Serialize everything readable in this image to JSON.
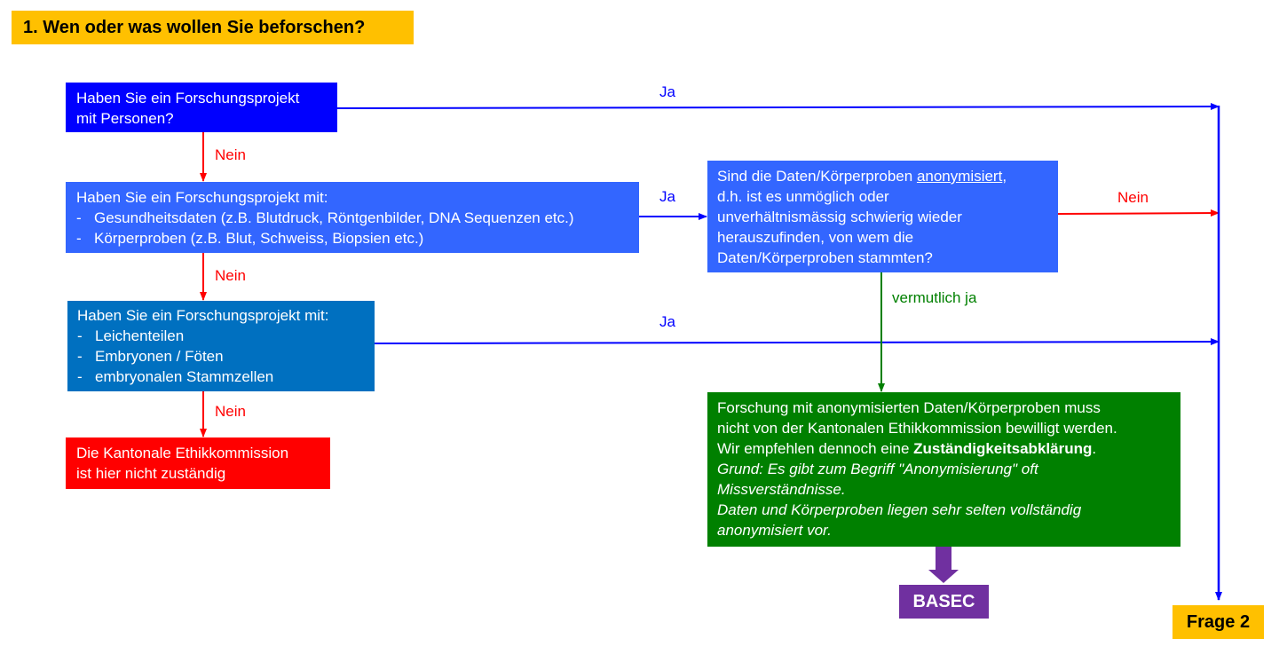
{
  "title": "1. Wen oder was wollen Sie beforschen?",
  "colors": {
    "title_bg": "#ffc000",
    "q1_bg": "#0000ff",
    "q2_bg": "#3366ff",
    "q3_bg": "#0070c0",
    "result_red_bg": "#ff0000",
    "result_green_bg": "#008000",
    "basec_bg": "#7030a0",
    "ja_arrow": "#0000ff",
    "nein_arrow": "#ff0000",
    "vermutlich_arrow": "#008000"
  },
  "nodes": {
    "q1": {
      "lines": [
        "Haben Sie ein Forschungsprojekt",
        "mit Personen?"
      ]
    },
    "q2": {
      "intro": "Haben Sie ein Forschungsprojekt mit:",
      "bullets": [
        "Gesundheitsdaten (z.B. Blutdruck, Röntgenbilder, DNA Sequenzen etc.)",
        "Körperproben (z.B. Blut, Schweiss, Biopsien etc.)"
      ]
    },
    "q3": {
      "intro": "Haben Sie ein Forschungsprojekt mit:",
      "bullets": [
        "Leichenteilen",
        "Embryonen / Föten",
        "embryonalen Stammzellen"
      ]
    },
    "q4": {
      "line1_pre": "Sind die Daten/Körperproben ",
      "line1_underlined": "anonymisiert",
      "line1_post": ",",
      "lines": [
        "d.h. ist es unmöglich oder",
        "unverhältnismässig schwierig wieder",
        "herauszufinden, von wem die",
        "Daten/Körperproben stammten?"
      ]
    },
    "result_not_responsible": {
      "lines": [
        "Die Kantonale Ethikkommission",
        "ist hier nicht zuständig"
      ]
    },
    "result_anonymised": {
      "line1": "Forschung mit anonymisierten Daten/Körperproben muss",
      "line2": "nicht von der Kantonalen Ethikkommission bewilligt werden.",
      "line3_pre": "Wir empfehlen dennoch eine ",
      "line3_bold": "Zuständigkeitsabklärung",
      "line3_post": ".",
      "italic_lines": [
        "Grund: Es gibt zum Begriff \"Anonymisierung\" oft",
        "Missverständnisse.",
        "Daten und Körperproben liegen sehr selten vollständig",
        "anonymisiert vor."
      ]
    },
    "basec": "BASEC",
    "frage2": "Frage 2"
  },
  "edge_labels": {
    "q1_ja": "Ja",
    "q1_nein": "Nein",
    "q2_ja": "Ja",
    "q2_nein": "Nein",
    "q3_ja": "Ja",
    "q3_nein": "Nein",
    "q4_nein": "Nein",
    "q4_vermutlich_ja": "vermutlich ja"
  },
  "dash": "-"
}
